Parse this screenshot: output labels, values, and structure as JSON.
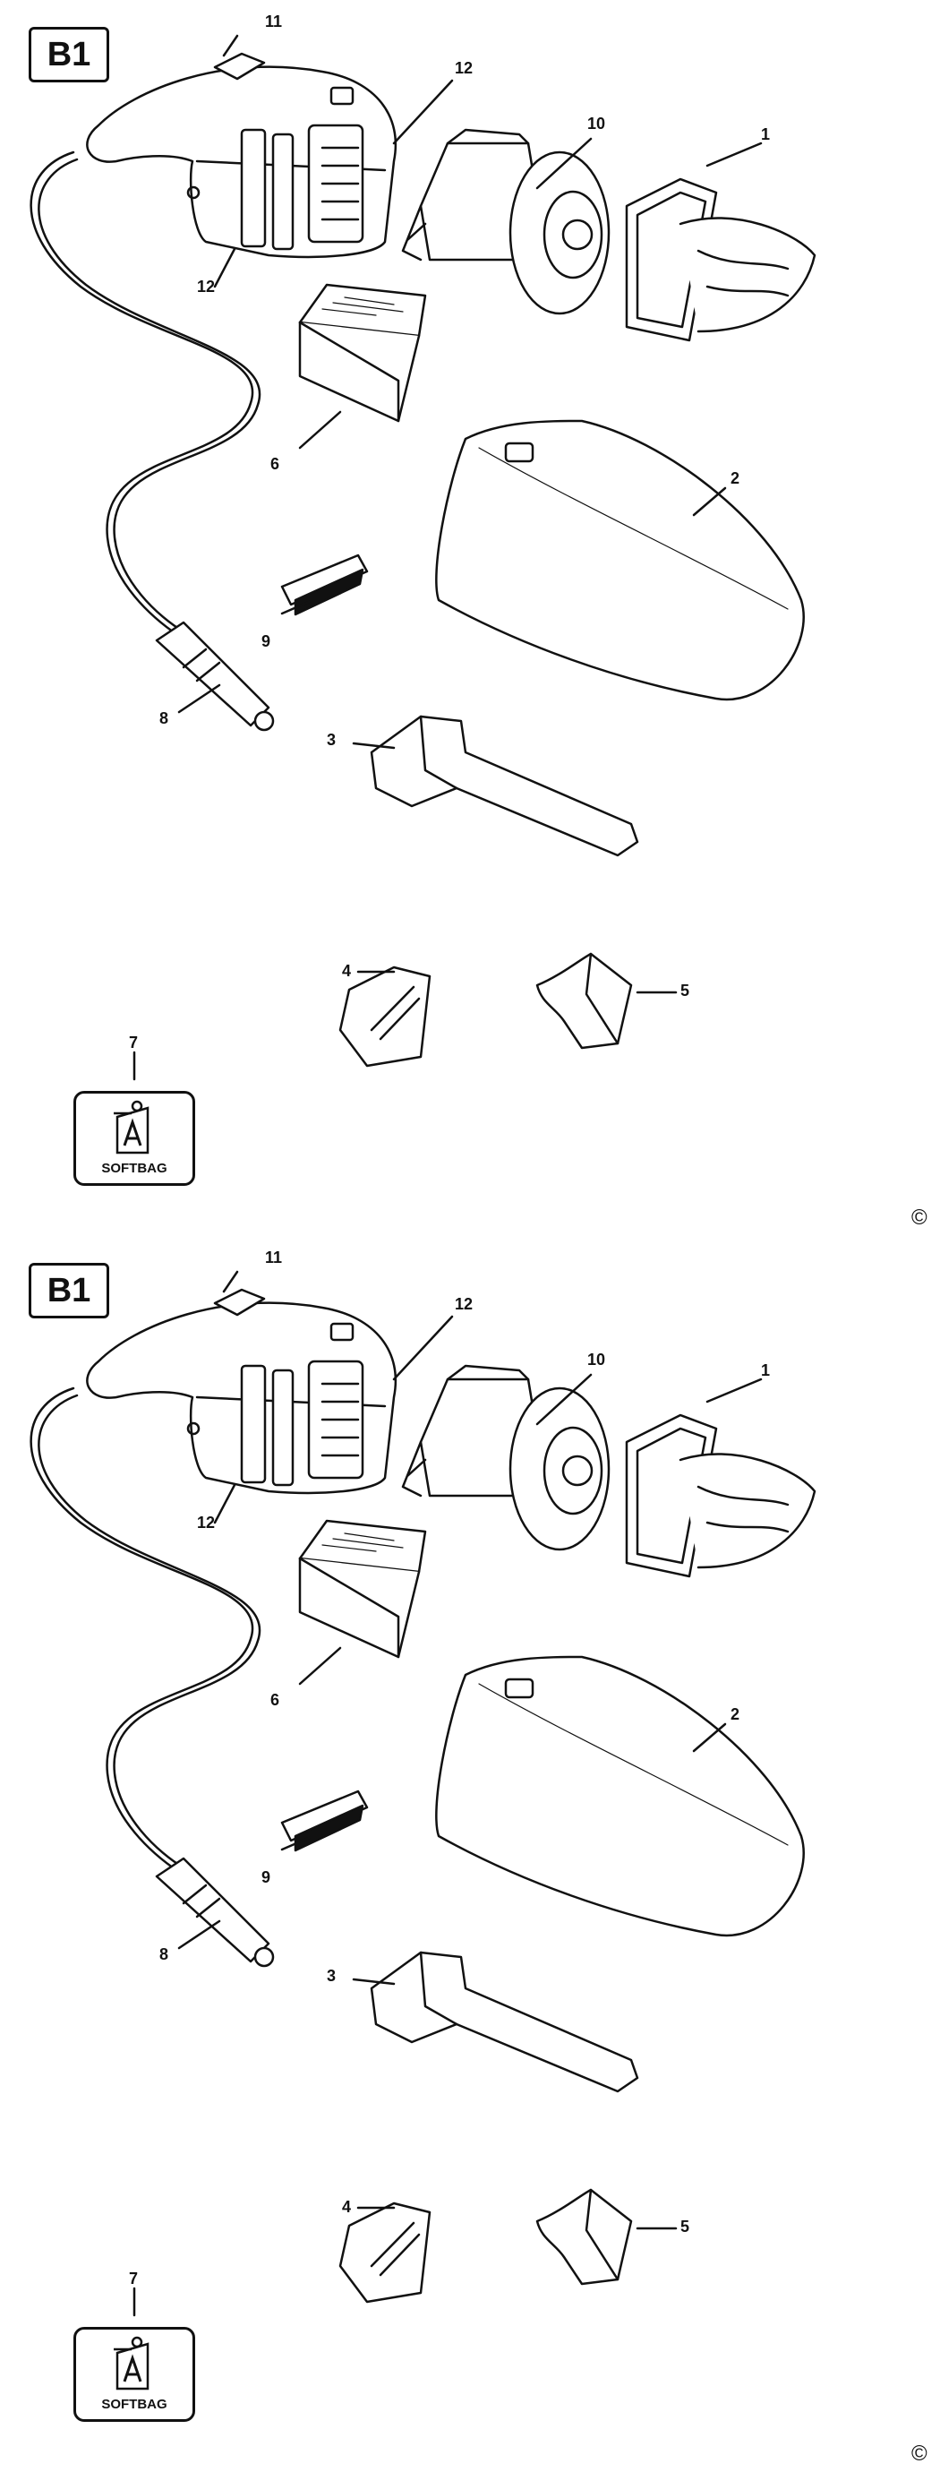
{
  "sheets": [
    {
      "badge": "B1",
      "labels": {
        "p1": "1",
        "p2": "2",
        "p3": "3",
        "p4": "4",
        "p5": "5",
        "p6": "6",
        "p7": "7",
        "p8": "8",
        "p9": "9",
        "p10": "10",
        "p11": "11",
        "p12a": "12",
        "p12b": "12"
      },
      "softbag": "SOFTBAG",
      "copyright": "©"
    },
    {
      "badge": "B1",
      "labels": {
        "p1": "1",
        "p2": "2",
        "p3": "3",
        "p4": "4",
        "p5": "5",
        "p6": "6",
        "p7": "7",
        "p8": "8",
        "p9": "9",
        "p10": "10",
        "p11": "11",
        "p12a": "12",
        "p12b": "12"
      },
      "softbag": "SOFTBAG",
      "copyright": "©"
    }
  ]
}
